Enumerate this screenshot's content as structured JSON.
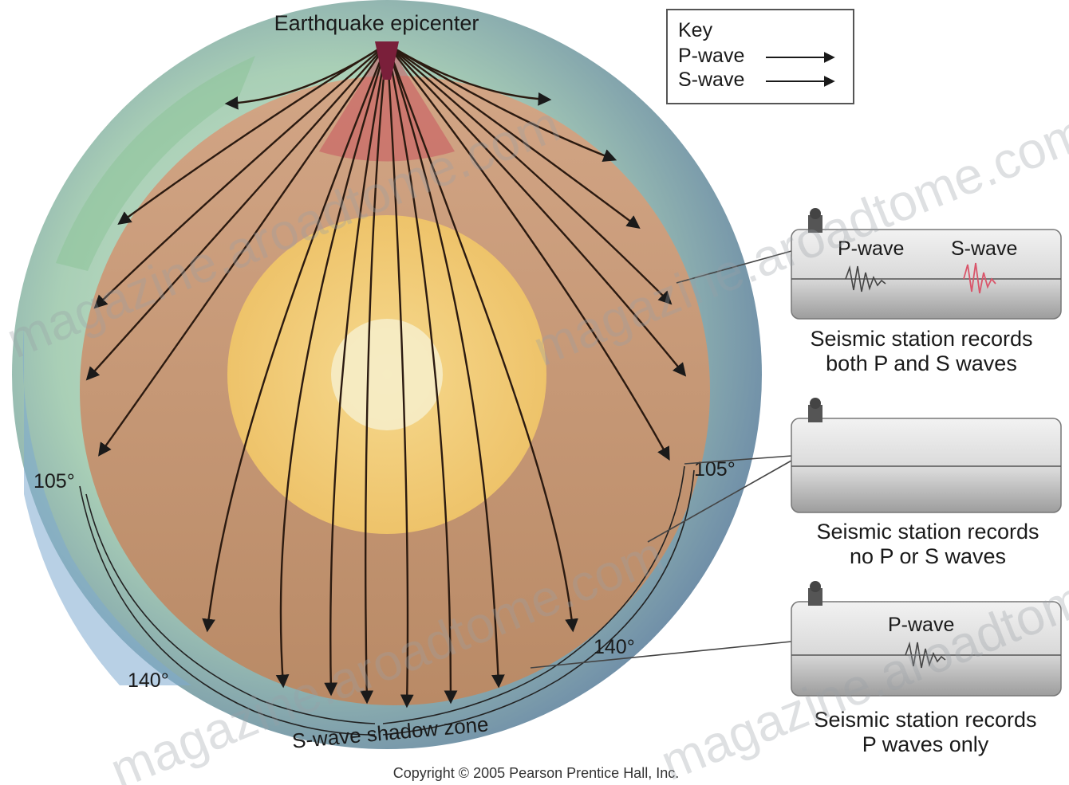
{
  "title": "Earthquake epicenter",
  "key": {
    "heading": "Key",
    "p_wave": "P-wave",
    "s_wave": "S-wave"
  },
  "angles": {
    "right_105": "105°",
    "left_105": "105°",
    "right_140": "140°",
    "left_140": "140°"
  },
  "shadow_zone": "S-wave shadow zone",
  "stations": [
    {
      "wave_labels": [
        "P-wave",
        "S-wave"
      ],
      "caption_line1": "Seismic station records",
      "caption_line2": "both P and S waves"
    },
    {
      "wave_labels": [],
      "caption_line1": "Seismic station records",
      "caption_line2": "no P or S waves"
    },
    {
      "wave_labels": [
        "P-wave"
      ],
      "caption_line1": "Seismic station records",
      "caption_line2": "P waves only"
    }
  ],
  "copyright": "Copyright © 2005 Pearson Prentice Hall, Inc.",
  "watermark": "magazine.aroadtome.com",
  "colors": {
    "mantle": "#c79a78",
    "outer_core": "#f0c978",
    "inner_core": "#f6eecb",
    "crust_land": "#9fc9a8",
    "crust_ocean": "#8fb6d6",
    "wave_path": "#2b1a10",
    "s_trace": "#d9556a",
    "p_trace": "#444444"
  }
}
